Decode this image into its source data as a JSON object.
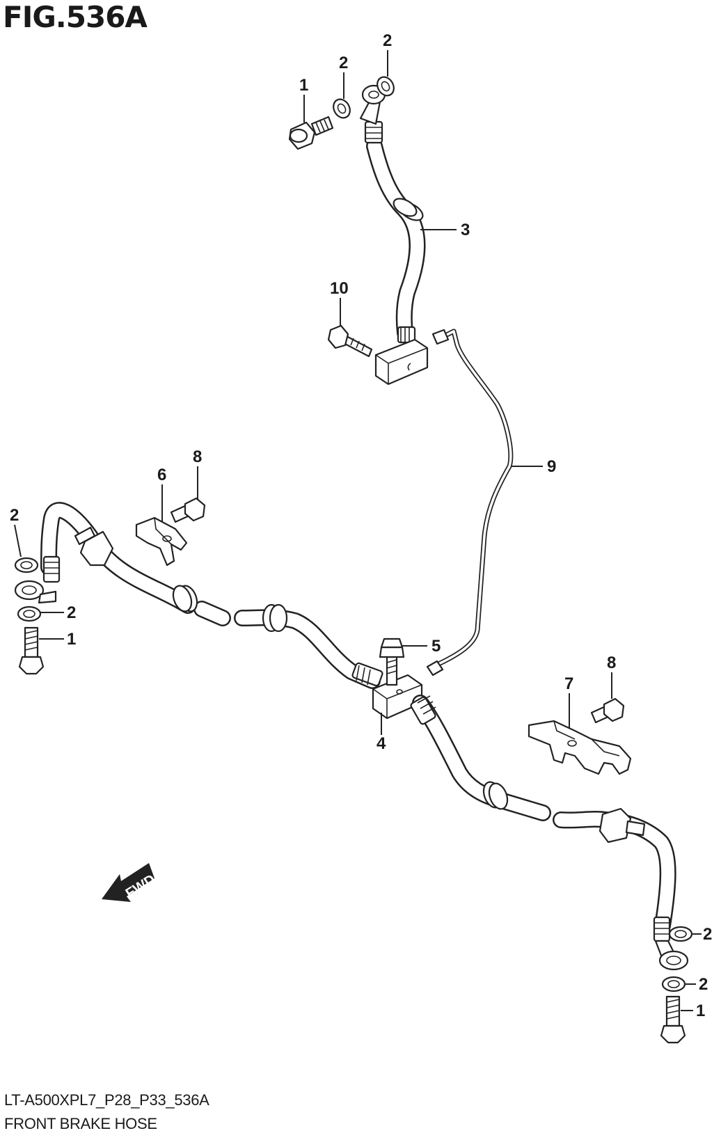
{
  "figure_title": "FIG.536A",
  "model_code": "LT-A500XPL7_P28_P33_536A",
  "section_name": "FRONT BRAKE HOSE",
  "fwd_label": "FWD",
  "callouts": [
    "1",
    "2",
    "2",
    "3",
    "10",
    "9",
    "6",
    "8",
    "2",
    "2",
    "1",
    "5",
    "4",
    "8",
    "7",
    "2",
    "2",
    "1"
  ]
}
